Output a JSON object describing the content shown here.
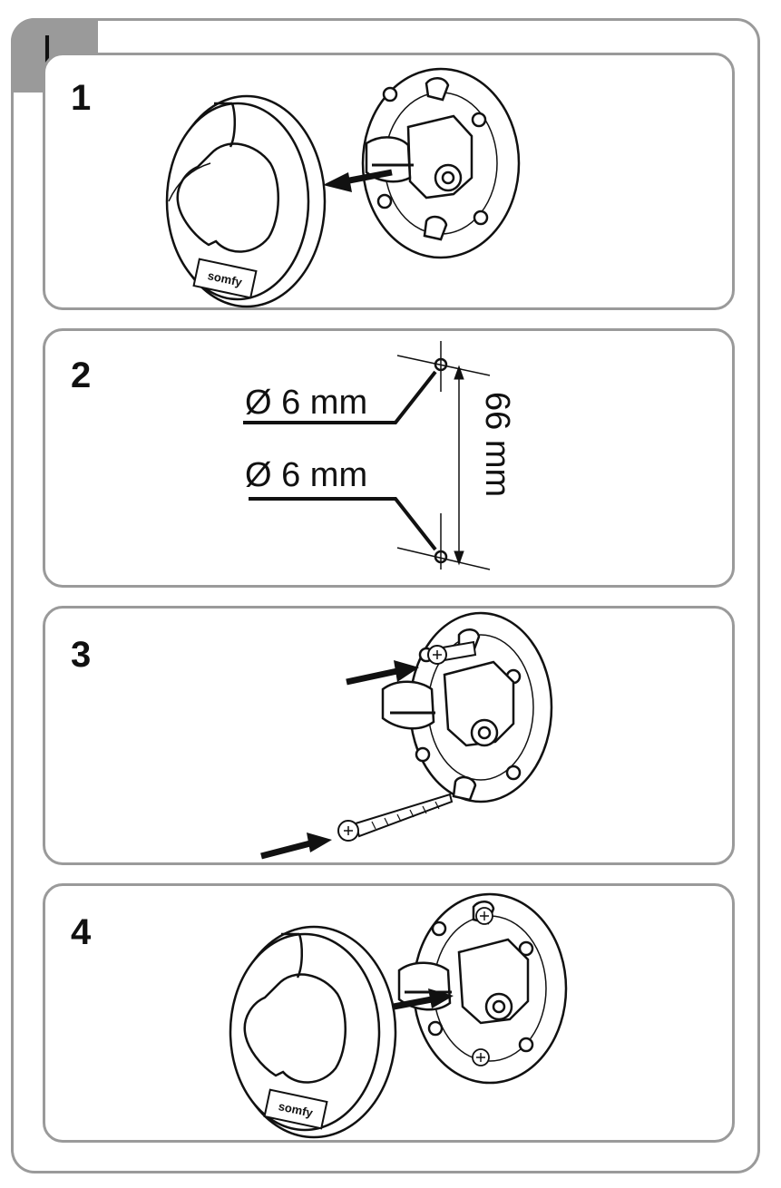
{
  "section_label": "I",
  "steps": [
    {
      "number": "1",
      "brand": "somfy"
    },
    {
      "number": "2",
      "hole_label_top": "Ø 6 mm",
      "hole_label_bottom": "Ø 6 mm",
      "spacing_label": "66 mm"
    },
    {
      "number": "3"
    },
    {
      "number": "4",
      "brand": "somfy"
    }
  ],
  "colors": {
    "frame": "#9a9a9a",
    "ink": "#111111"
  }
}
